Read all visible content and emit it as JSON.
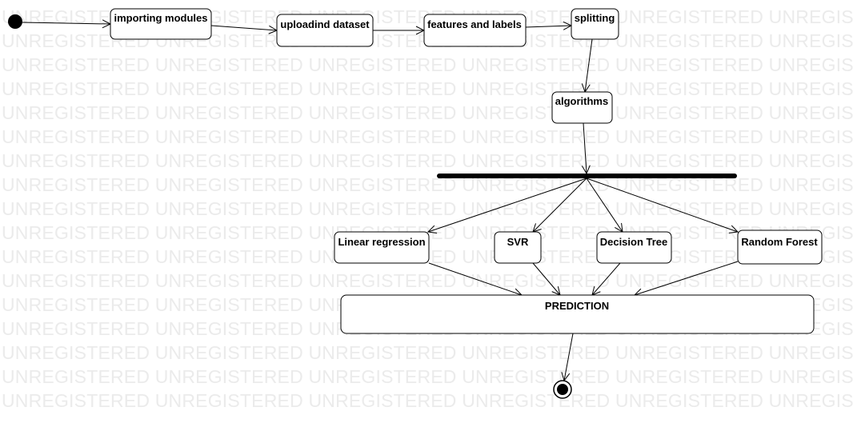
{
  "watermark_text": "UNREGISTERED UNREGISTERED UNREGISTERED UNREGISTERED UNREGISTERED UNREGISTERED",
  "nodes": {
    "importing": "importing modules",
    "uploading": "uploadind dataset",
    "features": "features and labels",
    "splitting": "splitting",
    "algorithms": "algorithms",
    "linear": "Linear regression",
    "svr": "SVR",
    "dtree": "Decision Tree",
    "rforest": "Random Forest",
    "prediction": "PREDICTION"
  },
  "colors": {
    "stroke": "#000000",
    "watermark": "#ebebeb",
    "background": "#ffffff"
  }
}
